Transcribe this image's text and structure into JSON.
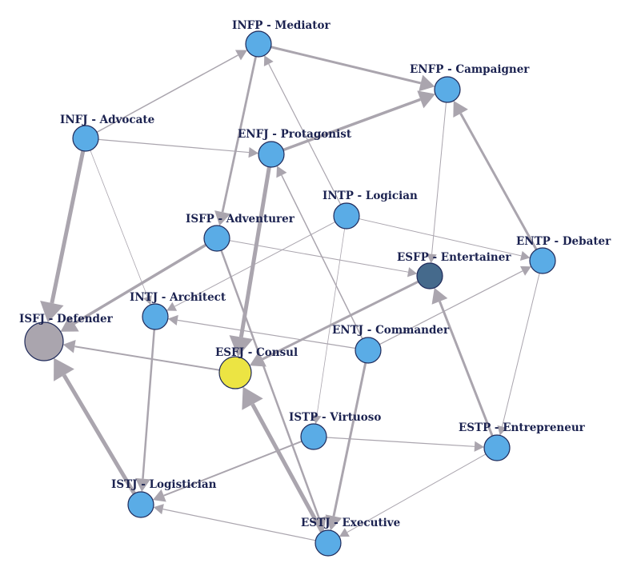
{
  "graph": {
    "nodes": [
      {
        "id": "INFP",
        "label": "INFP - Mediator",
        "color": "#5aace6",
        "size": "normal"
      },
      {
        "id": "ENFP",
        "label": "ENFP - Campaigner",
        "color": "#5aace6",
        "size": "normal"
      },
      {
        "id": "INFJ",
        "label": "INFJ - Advocate",
        "color": "#5aace6",
        "size": "normal"
      },
      {
        "id": "ENFJ",
        "label": "ENFJ - Protagonist",
        "color": "#5aace6",
        "size": "normal"
      },
      {
        "id": "INTP",
        "label": "INTP - Logician",
        "color": "#5aace6",
        "size": "normal"
      },
      {
        "id": "ISFP",
        "label": "ISFP - Adventurer",
        "color": "#5aace6",
        "size": "normal"
      },
      {
        "id": "ENTP",
        "label": "ENTP - Debater",
        "color": "#5aace6",
        "size": "normal"
      },
      {
        "id": "ESFP",
        "label": "ESFP - Entertainer",
        "color": "#456a8c",
        "size": "normal"
      },
      {
        "id": "INTJ",
        "label": "INTJ - Architect",
        "color": "#5aace6",
        "size": "normal"
      },
      {
        "id": "ISFJ",
        "label": "ISFJ - Defender",
        "color": "#aaa5ae",
        "size": "large"
      },
      {
        "id": "ENTJ",
        "label": "ENTJ - Commander",
        "color": "#5aace6",
        "size": "normal"
      },
      {
        "id": "ESFJ",
        "label": "ESFJ - Consul",
        "color": "#ece443",
        "size": "medium"
      },
      {
        "id": "ISTP",
        "label": "ISTP - Virtuoso",
        "color": "#5aace6",
        "size": "normal"
      },
      {
        "id": "ESTP",
        "label": "ESTP - Entrepreneur",
        "color": "#5aace6",
        "size": "normal"
      },
      {
        "id": "ISTJ",
        "label": "ISTJ - Logistician",
        "color": "#5aace6",
        "size": "normal"
      },
      {
        "id": "ESTJ",
        "label": "ESTJ - Executive",
        "color": "#5aace6",
        "size": "normal"
      }
    ],
    "edges": [
      {
        "from": "INFJ",
        "to": "ISFJ",
        "weight": 5
      },
      {
        "from": "INFJ",
        "to": "INFP",
        "weight": 1.5
      },
      {
        "from": "INFJ",
        "to": "ENFJ",
        "weight": 1.2
      },
      {
        "from": "INFJ",
        "to": "INTJ",
        "weight": 0.8
      },
      {
        "from": "INFP",
        "to": "ENFP",
        "weight": 3
      },
      {
        "from": "INFP",
        "to": "ISFP",
        "weight": 2.8
      },
      {
        "from": "ENFJ",
        "to": "ENFP",
        "weight": 3.5
      },
      {
        "from": "ENFJ",
        "to": "ESFJ",
        "weight": 5
      },
      {
        "from": "ENTP",
        "to": "ENFP",
        "weight": 3
      },
      {
        "from": "ENTP",
        "to": "ESTP",
        "weight": 1
      },
      {
        "from": "ENFP",
        "to": "ESFP",
        "weight": 1
      },
      {
        "from": "INTP",
        "to": "INFP",
        "weight": 1.2
      },
      {
        "from": "INTP",
        "to": "ENTP",
        "weight": 1
      },
      {
        "from": "INTP",
        "to": "INTJ",
        "weight": 1
      },
      {
        "from": "INTP",
        "to": "ISTP",
        "weight": 0.8
      },
      {
        "from": "ISFP",
        "to": "ISFJ",
        "weight": 3.5
      },
      {
        "from": "ISFP",
        "to": "ESFP",
        "weight": 1
      },
      {
        "from": "ISFP",
        "to": "ESTJ",
        "weight": 2.5
      },
      {
        "from": "ESFP",
        "to": "ESFJ",
        "weight": 3
      },
      {
        "from": "ENTJ",
        "to": "ENFJ",
        "weight": 1.5
      },
      {
        "from": "ENTJ",
        "to": "INTJ",
        "weight": 1.2
      },
      {
        "from": "ENTJ",
        "to": "ENTP",
        "weight": 1.2
      },
      {
        "from": "ENTJ",
        "to": "ESTJ",
        "weight": 3
      },
      {
        "from": "ESFJ",
        "to": "ISFJ",
        "weight": 2
      },
      {
        "from": "INTJ",
        "to": "ISTJ",
        "weight": 2.5
      },
      {
        "from": "ESTJ",
        "to": "ESFJ",
        "weight": 5
      },
      {
        "from": "ESTJ",
        "to": "ISTJ",
        "weight": 1.2
      },
      {
        "from": "ISTJ",
        "to": "ISFJ",
        "weight": 5
      },
      {
        "from": "ISTP",
        "to": "ISTJ",
        "weight": 2
      },
      {
        "from": "ISTP",
        "to": "ESTP",
        "weight": 1.2
      },
      {
        "from": "ESTP",
        "to": "ESFP",
        "weight": 3
      },
      {
        "from": "ESTP",
        "to": "ESTJ",
        "weight": 1
      }
    ],
    "edge_color": "#aaa5ae"
  }
}
